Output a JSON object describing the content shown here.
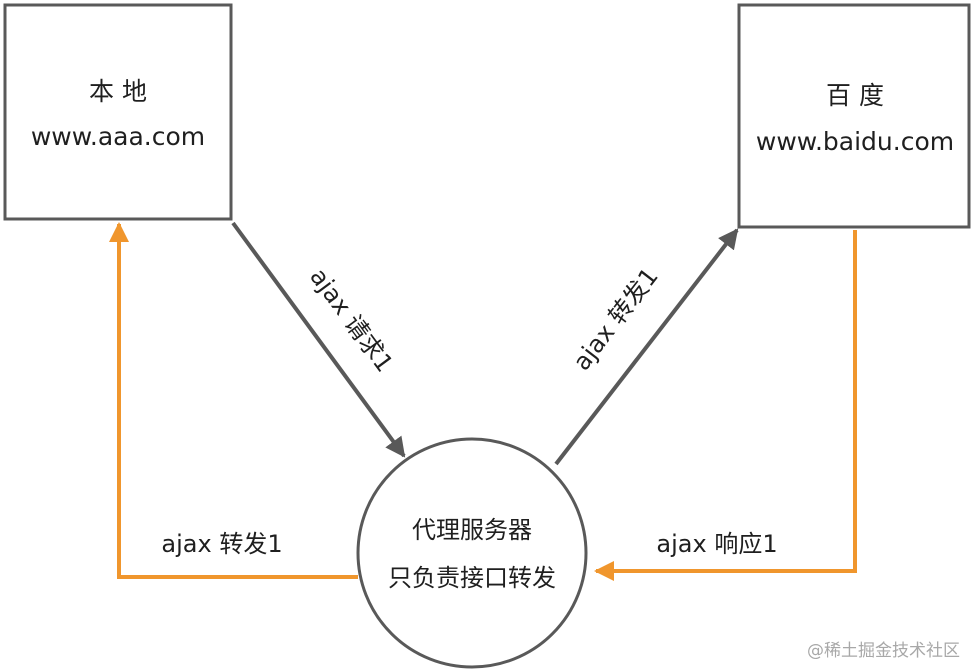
{
  "nodes": {
    "local": {
      "title": "本 地",
      "url": "www.aaa.com"
    },
    "baidu": {
      "title": "百 度",
      "url": "www.baidu.com"
    },
    "proxy": {
      "title": "代理服务器",
      "subtitle": "只负责接口转发"
    }
  },
  "edges": {
    "request": {
      "label": "ajax 请求1"
    },
    "forward_to_baidu": {
      "label": "ajax 转发1"
    },
    "response": {
      "label": "ajax 响应1"
    },
    "forward_to_local": {
      "label": "ajax 转发1"
    }
  },
  "watermark": "@稀土掘金技术社区",
  "colors": {
    "request_arrow": "#595959",
    "response_arrow": "#f0962d",
    "node_stroke": "#595959"
  }
}
